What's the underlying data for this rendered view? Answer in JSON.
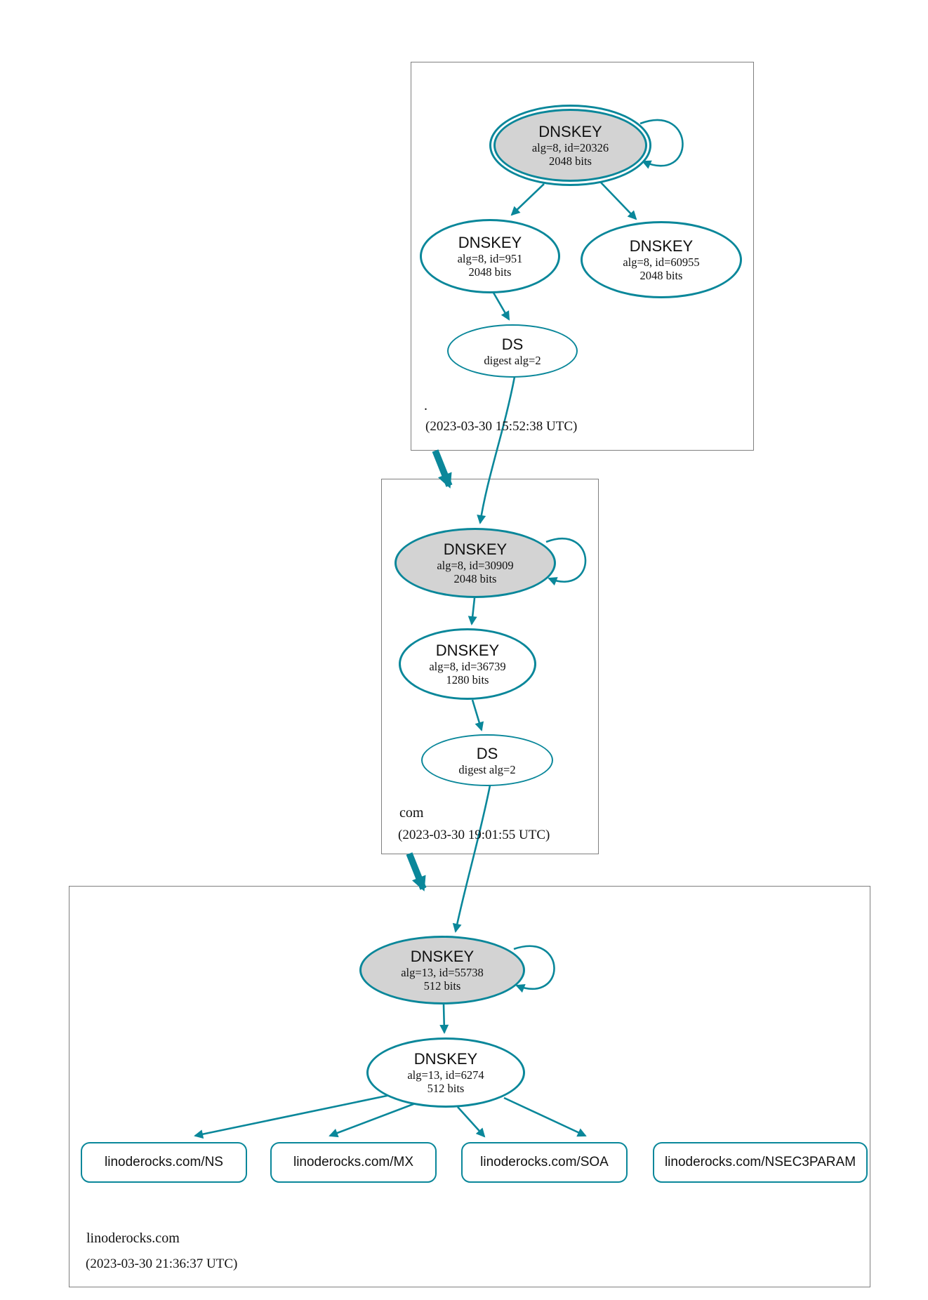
{
  "colors": {
    "secure_line": "#0a879a",
    "sep_key_fill": "#d3d3d3",
    "zone_box_border": "#7f7f7f"
  },
  "zones": [
    {
      "label": ".",
      "timestamp": "(2023-03-30 15:52:38 UTC)"
    },
    {
      "label": "com",
      "timestamp": "(2023-03-30 19:01:55 UTC)"
    },
    {
      "label": "linoderocks.com",
      "timestamp": "(2023-03-30 21:36:37 UTC)"
    }
  ],
  "nodes": {
    "root_ksk": {
      "title": "DNSKEY",
      "detail1": "alg=8, id=20326",
      "detail2": "2048 bits"
    },
    "root_zsk1": {
      "title": "DNSKEY",
      "detail1": "alg=8, id=951",
      "detail2": "2048 bits"
    },
    "root_zsk2": {
      "title": "DNSKEY",
      "detail1": "alg=8, id=60955",
      "detail2": "2048 bits"
    },
    "root_ds": {
      "title": "DS",
      "detail1": "digest alg=2"
    },
    "com_ksk": {
      "title": "DNSKEY",
      "detail1": "alg=8, id=30909",
      "detail2": "2048 bits"
    },
    "com_zsk": {
      "title": "DNSKEY",
      "detail1": "alg=8, id=36739",
      "detail2": "1280 bits"
    },
    "com_ds": {
      "title": "DS",
      "detail1": "digest alg=2"
    },
    "lino_ksk": {
      "title": "DNSKEY",
      "detail1": "alg=13, id=55738",
      "detail2": "512 bits"
    },
    "lino_zsk": {
      "title": "DNSKEY",
      "detail1": "alg=13, id=6274",
      "detail2": "512 bits"
    }
  },
  "rrsets": [
    {
      "label": "linoderocks.com/NS"
    },
    {
      "label": "linoderocks.com/MX"
    },
    {
      "label": "linoderocks.com/SOA"
    },
    {
      "label": "linoderocks.com/NSEC3PARAM"
    }
  ]
}
